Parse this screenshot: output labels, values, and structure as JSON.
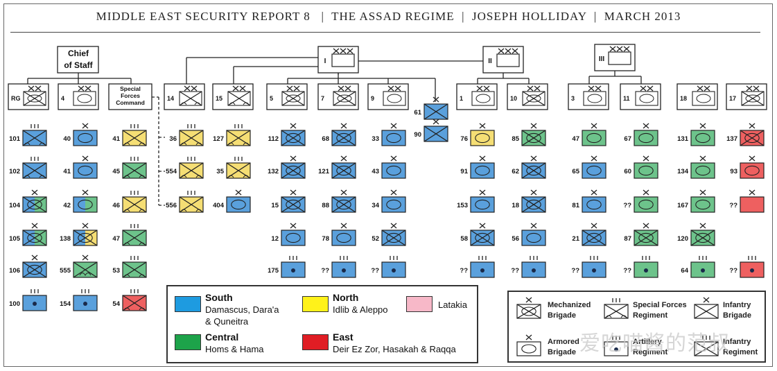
{
  "header": {
    "title": "MIDDLE EAST SECURITY REPORT 8   |  THE ASSAD REGIME  |  JOSEPH HOLLIDAY  |  MARCH 2013"
  },
  "colors": {
    "south": "#5aa0dc",
    "north": "#f5de74",
    "central": "#6dc38b",
    "east": "#ee6060",
    "latakia": "#f5b6c5",
    "line": "#222222"
  },
  "chief": {
    "line1": "Chief",
    "line2": "of Staff"
  },
  "corps": [
    {
      "id": "I",
      "label": "I",
      "echelon": "XXX"
    },
    {
      "id": "II",
      "label": "II",
      "echelon": "XXX"
    },
    {
      "id": "III",
      "label": "III",
      "echelon": "XXX"
    }
  ],
  "divisions": [
    {
      "label": "RG",
      "type": "mechanized"
    },
    {
      "label": "4",
      "type": "armored"
    },
    {
      "label": "Special Forces Command",
      "type": "sf"
    },
    {
      "label": "14",
      "type": "sf"
    },
    {
      "label": "15",
      "type": "sf"
    },
    {
      "label": "5",
      "type": "mechanized"
    },
    {
      "label": "7",
      "type": "mechanized"
    },
    {
      "label": "9",
      "type": "armored"
    },
    {
      "label": "1",
      "type": "armored"
    },
    {
      "label": "10",
      "type": "mechanized"
    },
    {
      "label": "3",
      "type": "armored"
    },
    {
      "label": "11",
      "type": "armored"
    },
    {
      "label": "18",
      "type": "armored"
    },
    {
      "label": "17",
      "type": "mechanized"
    }
  ],
  "brigades": [
    {
      "n": "101",
      "t": "sfr",
      "c": "south"
    },
    {
      "n": "102",
      "t": "sfr",
      "c": "south"
    },
    {
      "n": "104",
      "t": "mech",
      "c": "south-central"
    },
    {
      "n": "105",
      "t": "mech",
      "c": "south-central"
    },
    {
      "n": "106",
      "t": "mech",
      "c": "south"
    },
    {
      "n": "100",
      "t": "art",
      "c": "south"
    },
    {
      "n": "40",
      "t": "arm",
      "c": "south"
    },
    {
      "n": "41",
      "t": "arm",
      "c": "south"
    },
    {
      "n": "42",
      "t": "arm",
      "c": "south-central"
    },
    {
      "n": "138",
      "t": "mech",
      "c": "south-north"
    },
    {
      "n": "555",
      "t": "para",
      "c": "central"
    },
    {
      "n": "154",
      "t": "art",
      "c": "south"
    },
    {
      "n": "41",
      "t": "sfr",
      "c": "north"
    },
    {
      "n": "45",
      "t": "sfr",
      "c": "central"
    },
    {
      "n": "46",
      "t": "sfr",
      "c": "north"
    },
    {
      "n": "47",
      "t": "sfr",
      "c": "central"
    },
    {
      "n": "53",
      "t": "sfr",
      "c": "central"
    },
    {
      "n": "54",
      "t": "sfr",
      "c": "east"
    },
    {
      "n": "36",
      "t": "sfr",
      "c": "north"
    },
    {
      "n": "554",
      "t": "sfr",
      "c": "north"
    },
    {
      "n": "556",
      "t": "sfr",
      "c": "north"
    },
    {
      "n": "127",
      "t": "sfr",
      "c": "north"
    },
    {
      "n": "35",
      "t": "sfr",
      "c": "north"
    },
    {
      "n": "404",
      "t": "arm",
      "c": "south"
    },
    {
      "n": "112",
      "t": "mech",
      "c": "south"
    },
    {
      "n": "132",
      "t": "mech",
      "c": "south"
    },
    {
      "n": "15",
      "t": "mech",
      "c": "south"
    },
    {
      "n": "12",
      "t": "arm",
      "c": "south"
    },
    {
      "n": "175",
      "t": "art",
      "c": "south"
    },
    {
      "n": "68",
      "t": "mech",
      "c": "south"
    },
    {
      "n": "121",
      "t": "mech",
      "c": "south"
    },
    {
      "n": "88",
      "t": "mech",
      "c": "south"
    },
    {
      "n": "78",
      "t": "arm",
      "c": "south"
    },
    {
      "n": "??",
      "t": "art",
      "c": "south"
    },
    {
      "n": "33",
      "t": "arm",
      "c": "south"
    },
    {
      "n": "43",
      "t": "arm",
      "c": "south"
    },
    {
      "n": "34",
      "t": "arm",
      "c": "south"
    },
    {
      "n": "52",
      "t": "mech",
      "c": "south"
    },
    {
      "n": "??",
      "t": "art",
      "c": "south"
    },
    {
      "n": "61",
      "t": "inf",
      "c": "south"
    },
    {
      "n": "90",
      "t": "inf",
      "c": "south"
    },
    {
      "n": "76",
      "t": "arm",
      "c": "north"
    },
    {
      "n": "91",
      "t": "arm",
      "c": "south"
    },
    {
      "n": "153",
      "t": "arm",
      "c": "south"
    },
    {
      "n": "58",
      "t": "mech",
      "c": "south"
    },
    {
      "n": "??",
      "t": "art",
      "c": "south"
    },
    {
      "n": "85",
      "t": "mech",
      "c": "central"
    },
    {
      "n": "62",
      "t": "mech",
      "c": "south"
    },
    {
      "n": "18",
      "t": "mech",
      "c": "south"
    },
    {
      "n": "56",
      "t": "arm",
      "c": "south"
    },
    {
      "n": "??",
      "t": "art",
      "c": "south"
    },
    {
      "n": "47",
      "t": "arm",
      "c": "central"
    },
    {
      "n": "65",
      "t": "arm",
      "c": "south"
    },
    {
      "n": "81",
      "t": "arm",
      "c": "south"
    },
    {
      "n": "21",
      "t": "mech",
      "c": "south"
    },
    {
      "n": "??",
      "t": "art",
      "c": "south"
    },
    {
      "n": "67",
      "t": "arm",
      "c": "central"
    },
    {
      "n": "60",
      "t": "arm",
      "c": "central"
    },
    {
      "n": "??",
      "t": "arm",
      "c": "central"
    },
    {
      "n": "87",
      "t": "mech",
      "c": "central"
    },
    {
      "n": "??",
      "t": "art",
      "c": "central"
    },
    {
      "n": "131",
      "t": "arm",
      "c": "central"
    },
    {
      "n": "134",
      "t": "arm",
      "c": "central"
    },
    {
      "n": "167",
      "t": "arm",
      "c": "central"
    },
    {
      "n": "120",
      "t": "mech",
      "c": "central"
    },
    {
      "n": "64",
      "t": "art",
      "c": "central"
    },
    {
      "n": "137",
      "t": "mech",
      "c": "east"
    },
    {
      "n": "93",
      "t": "arm",
      "c": "east"
    },
    {
      "n": "??",
      "t": "inf",
      "c": "east"
    },
    {
      "n": "??",
      "t": "art",
      "c": "east"
    }
  ],
  "legend_regions": [
    {
      "name": "South",
      "desc": "Damascus, Dara'a",
      "desc2": "& Quneitra",
      "color": "#1e9be0"
    },
    {
      "name": "North",
      "desc": "Idlib & Aleppo",
      "desc2": "",
      "color": "#fff21a"
    },
    {
      "name": "",
      "desc": "Latakia",
      "desc2": "",
      "color": "#f7b8c8"
    },
    {
      "name": "Central",
      "desc": "Homs & Hama",
      "desc2": "",
      "color": "#1da34a"
    },
    {
      "name": "East",
      "desc": "Deir Ez Zor, Hasakah & Raqqa",
      "desc2": "",
      "color": "#e01d24"
    }
  ],
  "legend_units": [
    {
      "l1": "Mechanized",
      "l2": "Brigade"
    },
    {
      "l1": "Special Forces",
      "l2": "Regiment"
    },
    {
      "l1": "Infantry",
      "l2": "Brigade"
    },
    {
      "l1": "Armored",
      "l2": "Brigade"
    },
    {
      "l1": "Artillery",
      "l2": "Regiment"
    },
    {
      "l1": "Infantry",
      "l2": "Regiment"
    }
  ],
  "watermark": "爱吃喵酱的范叔"
}
